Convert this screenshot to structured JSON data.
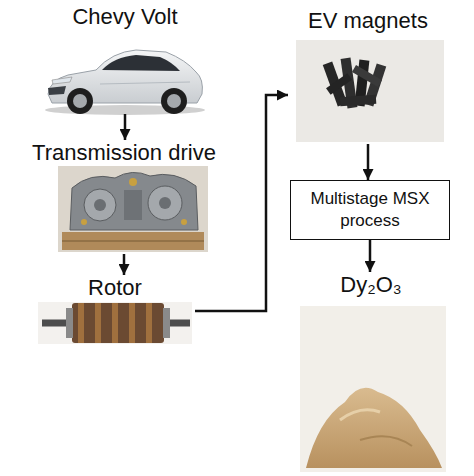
{
  "diagram": {
    "nodes": [
      {
        "text": [
          "Chevy Volt"
        ]
      },
      {
        "text": [
          "Transmission drive"
        ]
      },
      {
        "text": [
          "Rotor"
        ]
      },
      {
        "text": [
          "EV magnets"
        ]
      },
      {
        "text": [
          "Multistage MSX process"
        ]
      },
      {
        "text": [
          "Dy₂O₃"
        ]
      }
    ],
    "edges": [
      {
        "from": 0,
        "to": 1,
        "arrow": "to"
      },
      {
        "from": 1,
        "to": 2,
        "arrow": "to"
      },
      {
        "from": 2,
        "to": 3,
        "arrow": "to"
      },
      {
        "from": 3,
        "to": 4,
        "arrow": "to"
      },
      {
        "from": 4,
        "to": 5,
        "arrow": "to"
      }
    ]
  }
}
